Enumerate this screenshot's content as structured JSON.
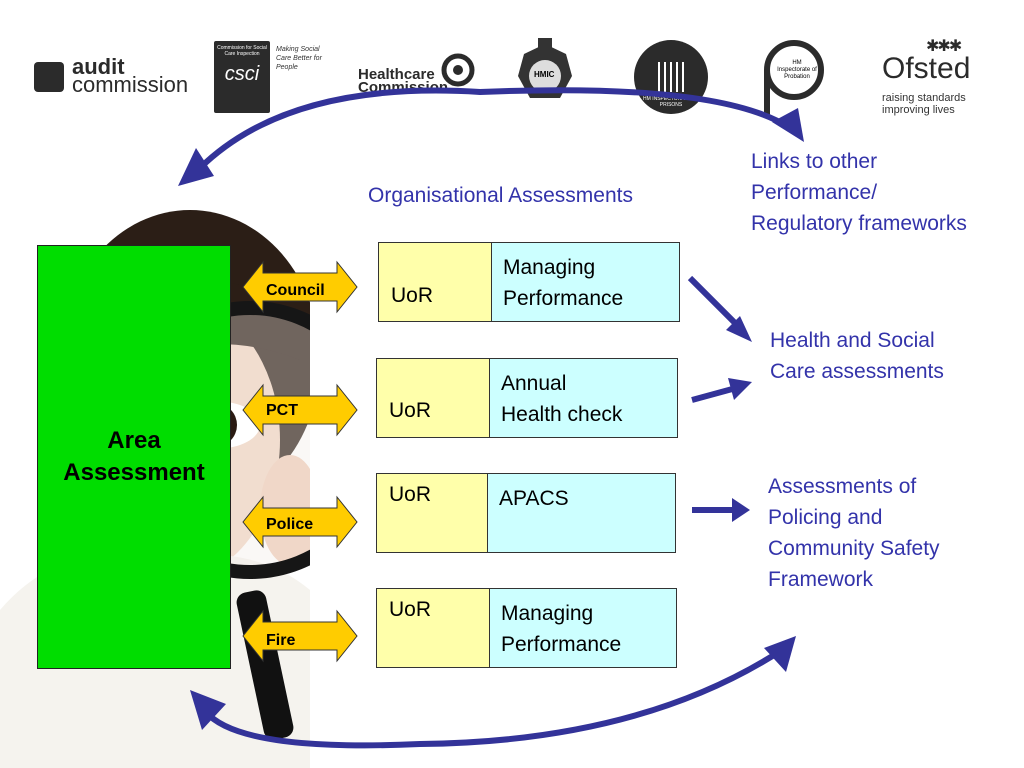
{
  "logos": {
    "audit": {
      "line1": "audit",
      "line2": "commission"
    },
    "csci": {
      "emblem": "csci",
      "small": "Commission for Social Care Inspection",
      "tagline": "Making Social Care Better for People"
    },
    "healthcare": {
      "line1": "Healthcare",
      "line2": "Commission"
    },
    "hmic": {
      "badge": "HMIC"
    },
    "prisons": {
      "text": "HM INSPECTORATE OF PRISONS"
    },
    "probation": {
      "text": "HM Inspectorate of Probation"
    },
    "ofsted": {
      "name": "Ofsted",
      "tag1": "raising standards",
      "tag2": "improving lives"
    }
  },
  "labels": {
    "links": [
      "Links to other",
      "Performance/",
      "Regulatory frameworks"
    ],
    "org_title": "Organisational Assessments",
    "health": [
      "Health and Social",
      "Care assessments"
    ],
    "policing": [
      "Assessments of",
      "Policing and",
      "Community Safety",
      "Framework"
    ]
  },
  "area": {
    "line1": "Area",
    "line2": "Assessment"
  },
  "rows": [
    {
      "agency": "Council",
      "uor": "UoR",
      "assessment": [
        "Managing",
        "Performance"
      ]
    },
    {
      "agency": "PCT",
      "uor": "UoR",
      "assessment": [
        "Annual",
        "Health check"
      ]
    },
    {
      "agency": "Police",
      "uor": "UoR",
      "assessment": [
        "APACS"
      ]
    },
    {
      "agency": "Fire",
      "uor": "UoR",
      "assessment": [
        "Managing",
        "Performance"
      ]
    }
  ],
  "colors": {
    "blue": "#3333aa",
    "green": "#00dd00",
    "yellow": "#ffffaa",
    "cyan": "#ccffff",
    "orange": "#ffcc00"
  }
}
